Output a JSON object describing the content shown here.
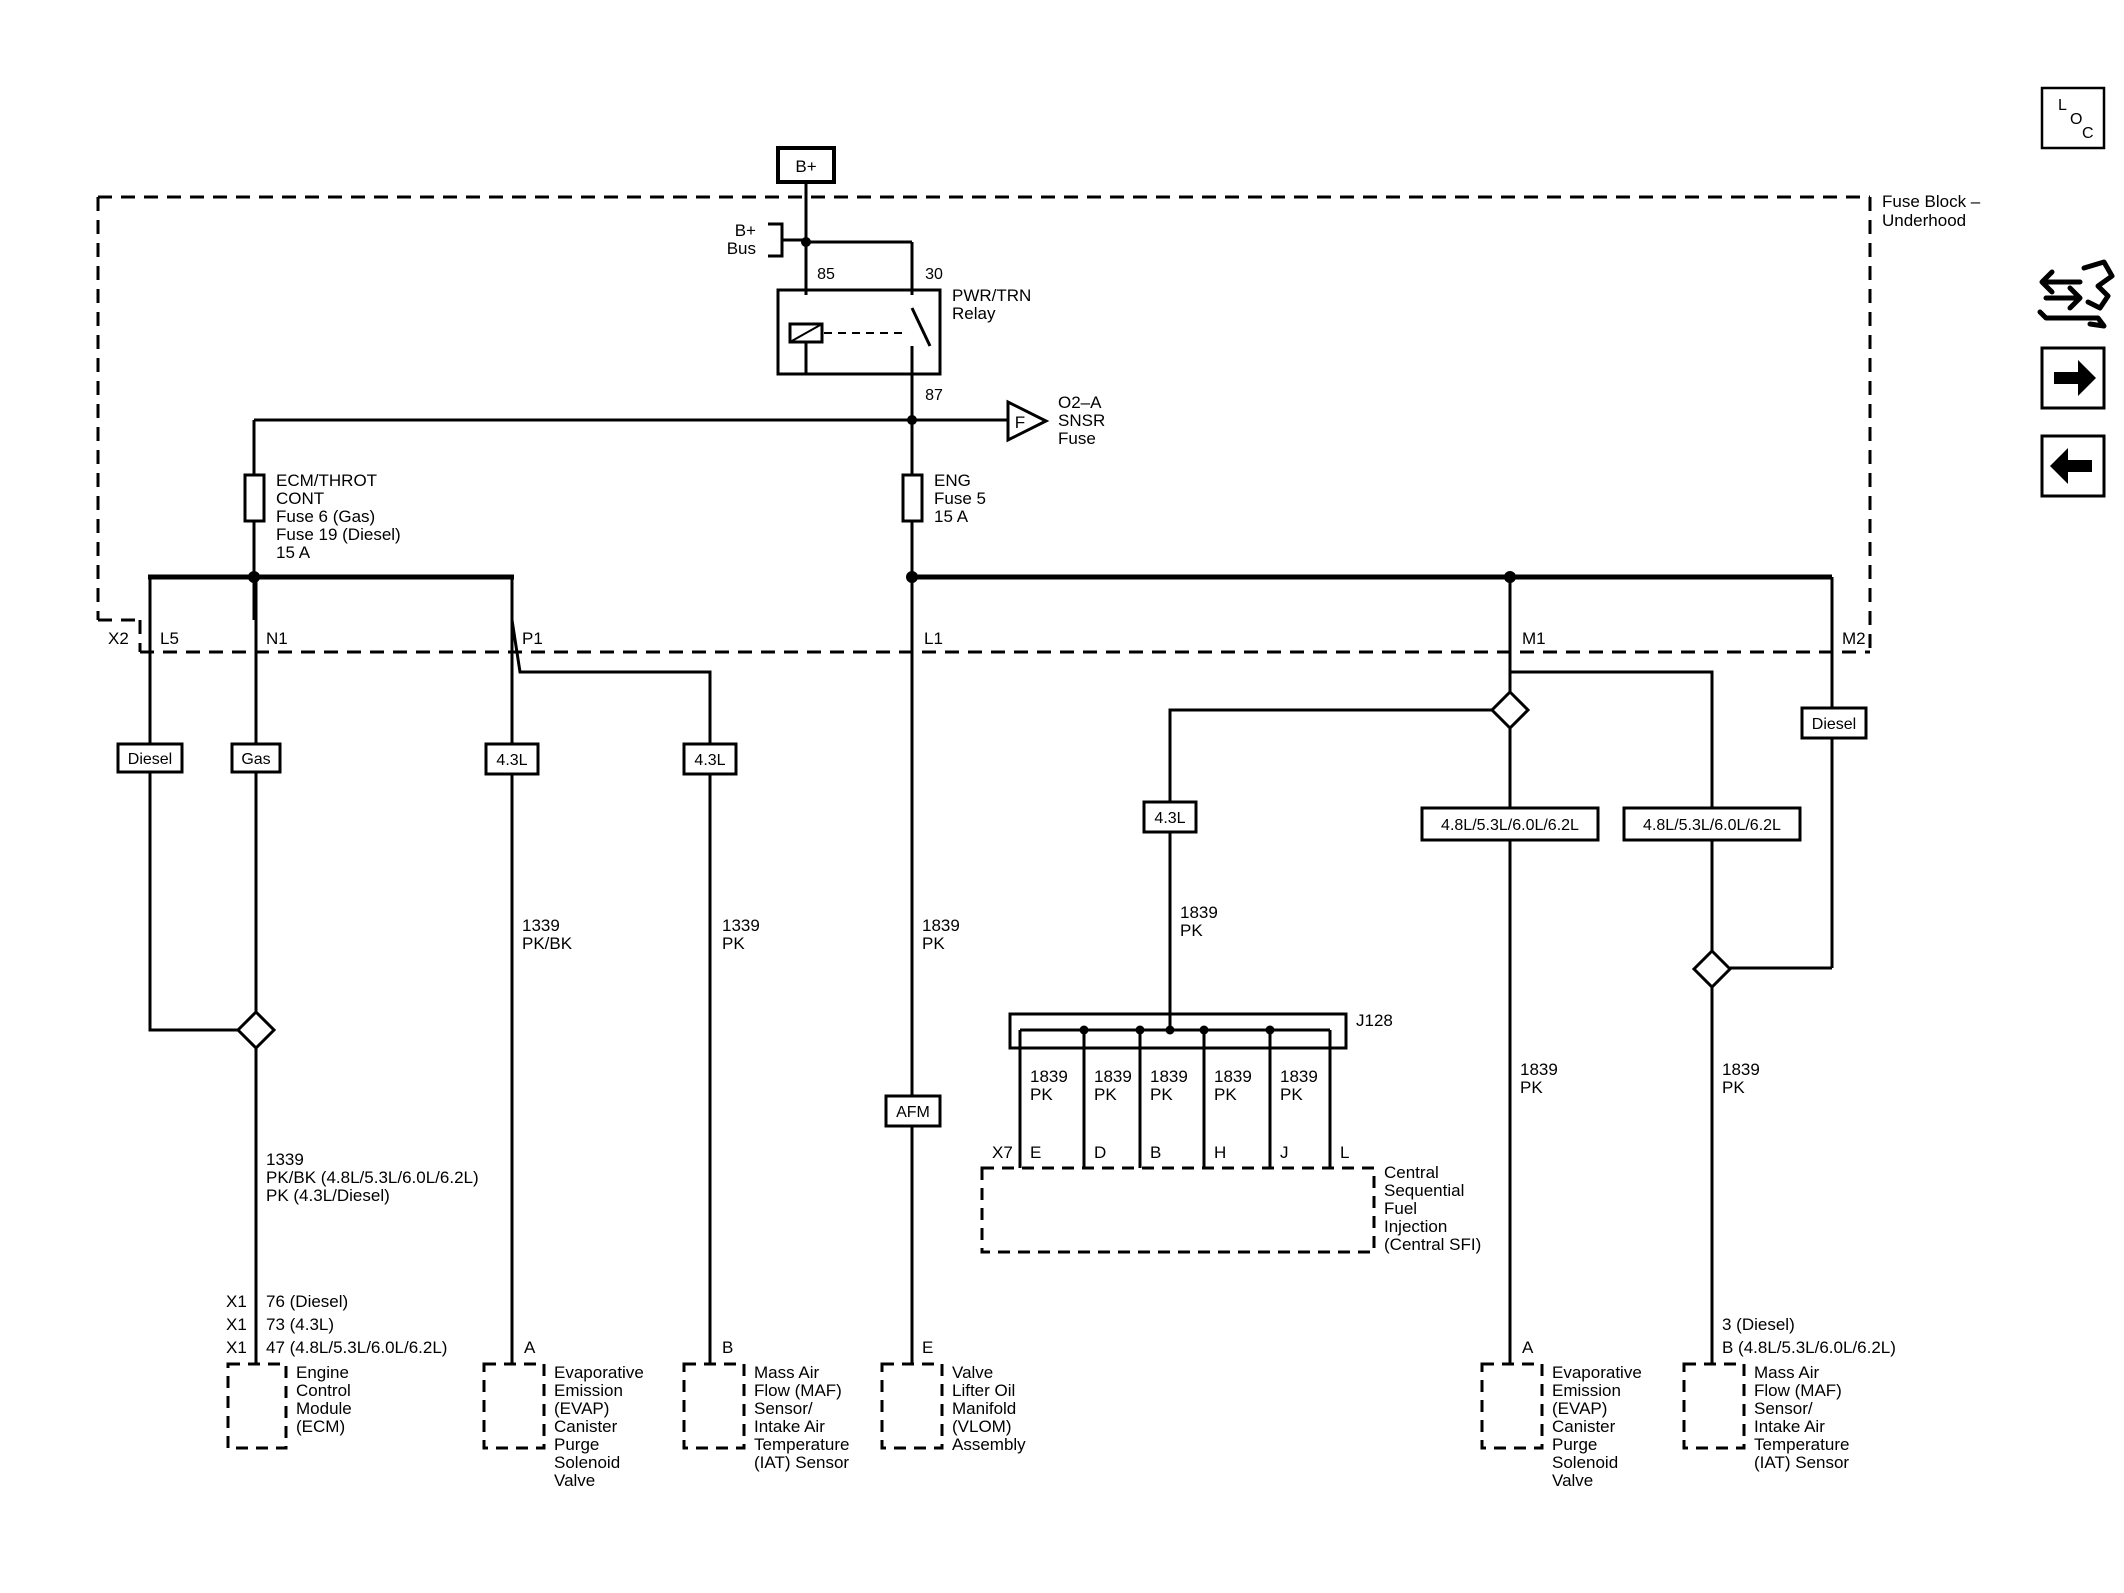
{
  "supply": "B+",
  "fuse_block": {
    "line1": "Fuse Block –",
    "line2": "Underhood"
  },
  "bus": {
    "line1": "B+",
    "line2": "Bus"
  },
  "relay": {
    "name1": "PWR/TRN",
    "name2": "Relay",
    "pin85": "85",
    "pin30": "30",
    "pin87": "87"
  },
  "o2_fuse": {
    "symbol": "F",
    "line1": "O2–A",
    "line2": "SNSR",
    "line3": "Fuse"
  },
  "ecm_fuse": {
    "line1": "ECM/THROT",
    "line2": "CONT",
    "line3": "Fuse 6 (Gas)",
    "line4": "Fuse 19 (Diesel)",
    "line5": "15 A"
  },
  "eng_fuse": {
    "line1": "ENG",
    "line2": "Fuse 5",
    "line3": "15 A"
  },
  "connector_x2": {
    "name": "X2",
    "pins": {
      "l5": "L5",
      "n1": "N1",
      "p1": "P1",
      "l1": "L1",
      "m1": "M1",
      "m2": "M2"
    }
  },
  "option_tags": {
    "diesel_l5": "Diesel",
    "gas_n1": "Gas",
    "evap_43": "4.3L",
    "maf_43": "4.3L",
    "afm": "AFM",
    "sfi_43": "4.3L",
    "evap_v8": "4.8L/5.3L/6.0L/6.2L",
    "maf_v8": "4.8L/5.3L/6.0L/6.2L",
    "diesel_m2": "Diesel"
  },
  "wires": {
    "ecm": {
      "circuit": "1339",
      "color1": "PK/BK (4.8L/5.3L/6.0L/6.2L)",
      "color2": "PK (4.3L/Diesel)"
    },
    "evap_43": {
      "circuit": "1339",
      "color": "PK/BK"
    },
    "maf_43": {
      "circuit": "1339",
      "color": "PK"
    },
    "vlom": {
      "circuit": "1839",
      "color": "PK"
    },
    "sfi_feed": {
      "circuit": "1839",
      "color": "PK"
    },
    "evap_v8": {
      "circuit": "1839",
      "color": "PK"
    },
    "maf_v8": {
      "circuit": "1839",
      "color": "PK"
    }
  },
  "splice": "J128",
  "sfi": {
    "connector": "X7",
    "pins": [
      "E",
      "D",
      "B",
      "H",
      "J",
      "L"
    ],
    "wire_circuit": "1839",
    "wire_color": "PK",
    "line1": "Central",
    "line2": "Sequential",
    "line3": "Fuel",
    "line4": "Injection",
    "line5": "(Central SFI)"
  },
  "components": {
    "ecm": {
      "pin_rows": [
        {
          "conn": "X1",
          "pin": "76 (Diesel)"
        },
        {
          "conn": "X1",
          "pin": "73 (4.3L)"
        },
        {
          "conn": "X1",
          "pin": "47 (4.8L/5.3L/6.0L/6.2L)"
        }
      ],
      "lines": [
        "Engine",
        "Control",
        "Module",
        "(ECM)"
      ]
    },
    "evap_43": {
      "pin": "A",
      "lines": [
        "Evaporative",
        "Emission",
        "(EVAP)",
        "Canister",
        "Purge",
        "Solenoid",
        "Valve"
      ]
    },
    "maf_43": {
      "pin": "B",
      "lines": [
        "Mass Air",
        "Flow (MAF)",
        "Sensor/",
        "Intake Air",
        "Temperature",
        "(IAT) Sensor"
      ]
    },
    "vlom": {
      "pin": "E",
      "lines": [
        "Valve",
        "Lifter Oil",
        "Manifold",
        "(VLOM)",
        "Assembly"
      ]
    },
    "evap_v8": {
      "pin": "A",
      "lines": [
        "Evaporative",
        "Emission",
        "(EVAP)",
        "Canister",
        "Purge",
        "Solenoid",
        "Valve"
      ]
    },
    "maf_v8": {
      "pin1": "3 (Diesel)",
      "pin2": "B (4.8L/5.3L/6.0L/6.2L)",
      "lines": [
        "Mass Air",
        "Flow (MAF)",
        "Sensor/",
        "Intake Air",
        "Temperature",
        "(IAT) Sensor"
      ]
    }
  },
  "nav": {
    "loc": {
      "l": "L",
      "o": "O",
      "c": "C"
    }
  }
}
